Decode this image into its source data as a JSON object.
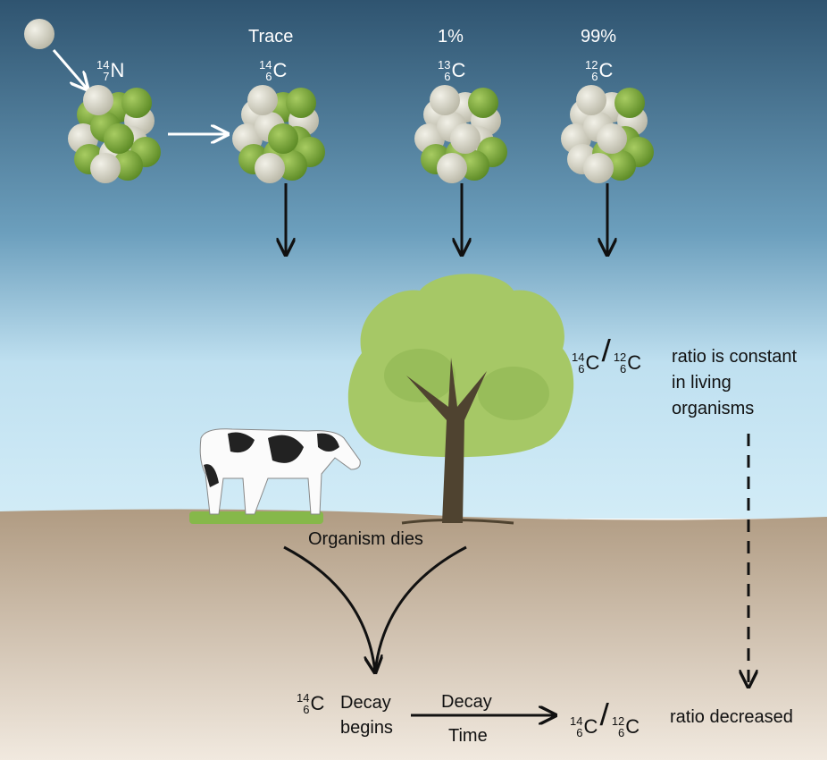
{
  "colors": {
    "sky_top": "#2f5470",
    "sky_bottom": "#cde8f5",
    "ground_top": "#b39f87",
    "ground_bottom": "#efe6dc",
    "proton": "#7aa33a",
    "neutron": "#dcdacb",
    "tree": "#a6c866",
    "trunk": "#4f4330"
  },
  "top": {
    "nitrogen": {
      "mass": "14",
      "atomic": "7",
      "symbol": "N"
    },
    "isotopes": [
      {
        "abundance": "Trace",
        "mass": "14",
        "atomic": "6",
        "symbol": "C"
      },
      {
        "abundance": "1%",
        "mass": "13",
        "atomic": "6",
        "symbol": "C"
      },
      {
        "abundance": "99%",
        "mass": "12",
        "atomic": "6",
        "symbol": "C"
      }
    ]
  },
  "ratio_living": {
    "num": {
      "mass": "14",
      "atomic": "6",
      "symbol": "C"
    },
    "den": {
      "mass": "12",
      "atomic": "6",
      "symbol": "C"
    },
    "lines": [
      "ratio is constant",
      "in living",
      "organisms"
    ]
  },
  "organism_dies": "Organism dies",
  "decay_start": {
    "mass": "14",
    "atomic": "6",
    "symbol": "C",
    "line1": "Decay",
    "line2": "begins"
  },
  "arrow_labels": {
    "above": "Decay",
    "below": "Time"
  },
  "ratio_dead": {
    "num": {
      "mass": "14",
      "atomic": "6",
      "symbol": "C"
    },
    "den": {
      "mass": "12",
      "atomic": "6",
      "symbol": "C"
    },
    "text": "ratio decreased"
  }
}
